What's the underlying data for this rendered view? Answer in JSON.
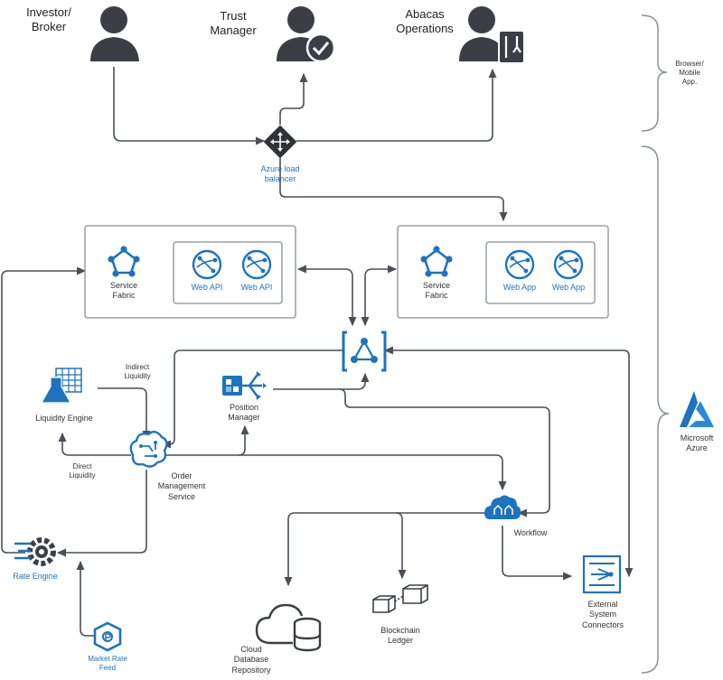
{
  "actors": {
    "investor": "Investor/\nBroker",
    "trust_manager": "Trust\nManager",
    "abacas_ops": "Abacas\nOperations"
  },
  "braces": {
    "client": "Browser/\nMobile\nApp.",
    "azure": "Microsoft\nAzure"
  },
  "nodes": {
    "load_balancer": "Azure load\nbalancer",
    "service_fabric_left": "Service\nFabric",
    "web_api_1": "Web API",
    "web_api_2": "Web API",
    "service_fabric_right": "Service\nFabric",
    "web_app_1": "Web App",
    "web_app_2": "Web App",
    "liquidity_engine": "Liquidity Engine",
    "indirect_liquidity": "Indirect\nLiquidity",
    "direct_liquidity": "Direct\nLiquidity",
    "position_manager": "Position\nManager",
    "order_management": "Order\nManagement\nService",
    "workflow": "Workflow",
    "rate_engine": "Rate Engine",
    "market_rate_feed": "Market Rate\nFeed",
    "external_connectors": "External\nSystem\nConnectors",
    "blockchain_ledger": "Blockchain\nLedger",
    "cloud_db": "Cloud\nDatabase\nRepository"
  },
  "colors": {
    "line": "#4a4f57",
    "azure_blue": "#1e73be",
    "person": "#3b3f45",
    "box_border": "#8a8f96"
  }
}
